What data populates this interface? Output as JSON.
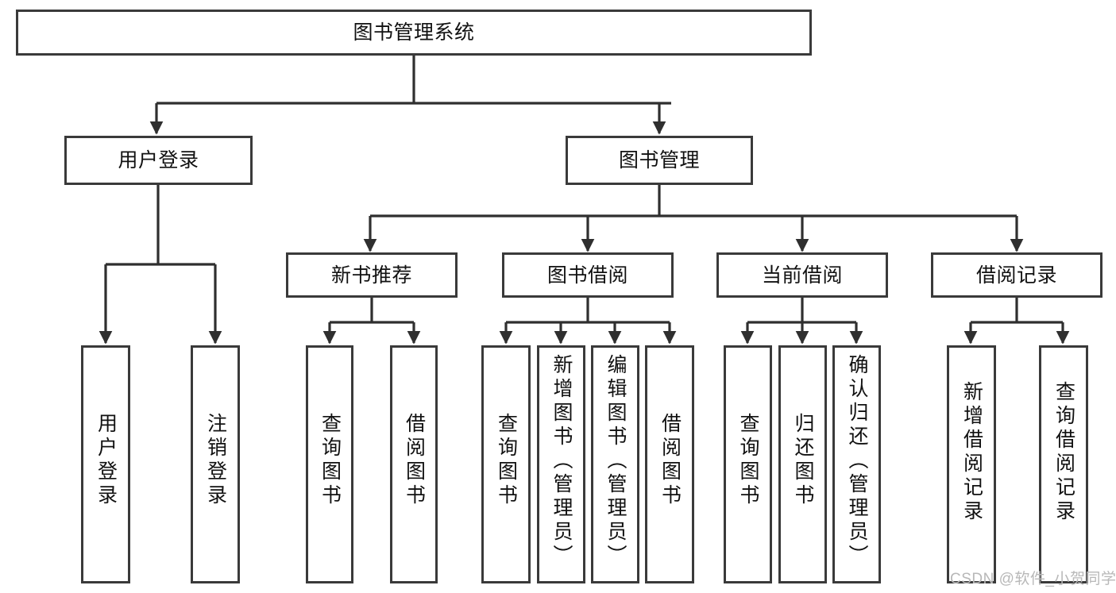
{
  "diagram": {
    "title": "图书管理系统",
    "type": "tree-hierarchy-diagram",
    "root": {
      "id": "root",
      "label": "图书管理系统"
    },
    "level1": [
      {
        "id": "user-login",
        "label": "用户登录"
      },
      {
        "id": "book-management",
        "label": "图书管理"
      }
    ],
    "level2": [
      {
        "id": "new-book-recommend",
        "label": "新书推荐",
        "parent": "book-management"
      },
      {
        "id": "book-borrow",
        "label": "图书借阅",
        "parent": "book-management"
      },
      {
        "id": "current-borrow",
        "label": "当前借阅",
        "parent": "book-management"
      },
      {
        "id": "borrow-record",
        "label": "借阅记录",
        "parent": "book-management"
      }
    ],
    "leaves": [
      {
        "id": "leaf-user-login",
        "label": "用户登录",
        "parent": "user-login"
      },
      {
        "id": "leaf-user-logout",
        "label": "注销登录",
        "parent": "user-login"
      },
      {
        "id": "leaf-query-book-1",
        "label": "查询图书",
        "parent": "new-book-recommend"
      },
      {
        "id": "leaf-borrow-book-1",
        "label": "借阅图书",
        "parent": "new-book-recommend"
      },
      {
        "id": "leaf-query-book-2",
        "label": "查询图书",
        "parent": "book-borrow"
      },
      {
        "id": "leaf-add-book",
        "label": "新增图书（管理员）",
        "parent": "book-borrow"
      },
      {
        "id": "leaf-edit-book",
        "label": "编辑图书（管理员）",
        "parent": "book-borrow"
      },
      {
        "id": "leaf-borrow-book-2",
        "label": "借阅图书",
        "parent": "book-borrow"
      },
      {
        "id": "leaf-query-book-3",
        "label": "查询图书",
        "parent": "current-borrow"
      },
      {
        "id": "leaf-return-book",
        "label": "归还图书",
        "parent": "current-borrow"
      },
      {
        "id": "leaf-confirm-return",
        "label": "确认归还（管理员）",
        "parent": "current-borrow"
      },
      {
        "id": "leaf-add-record",
        "label": "新增借阅记录",
        "parent": "borrow-record"
      },
      {
        "id": "leaf-query-record",
        "label": "查询借阅记录",
        "parent": "borrow-record"
      }
    ],
    "colors": {
      "box_border": "#3a3a3a",
      "box_fill": "#ffffff",
      "edge": "#2f2f2f",
      "text": "#111111",
      "watermark": "#b8b8b8",
      "background": "#ffffff"
    }
  },
  "watermark": {
    "text": "CSDN @软件_小贺同学"
  }
}
